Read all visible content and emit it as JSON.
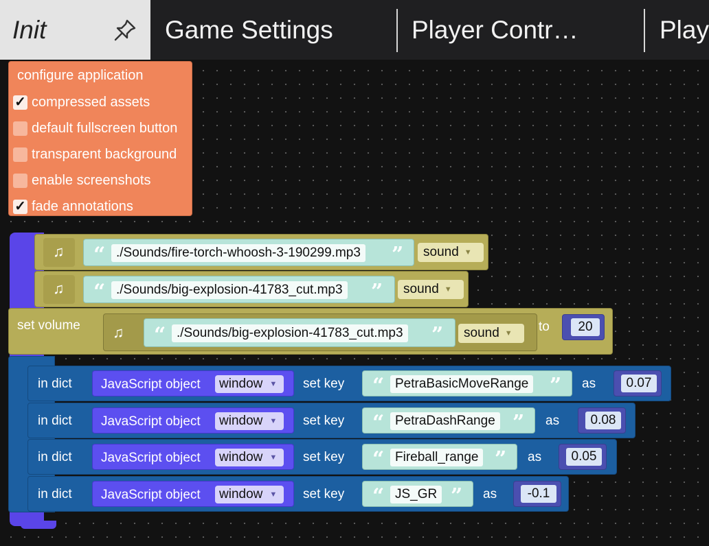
{
  "tabs": [
    {
      "label": "Init",
      "active": true
    },
    {
      "label": "Game Settings"
    },
    {
      "label": "Player Contr…"
    },
    {
      "label": "Play"
    }
  ],
  "configure": {
    "title": "configure application",
    "options": [
      {
        "label": "compressed assets",
        "checked": true
      },
      {
        "label": "default fullscreen button",
        "checked": false
      },
      {
        "label": "transparent background",
        "checked": false
      },
      {
        "label": "enable screenshots",
        "checked": false
      },
      {
        "label": "fade annotations",
        "checked": true
      }
    ],
    "checkmark": "✓"
  },
  "sound_blocks": [
    {
      "file": "./Sounds/fire-torch-whoosh-3-190299.mp3",
      "type": "sound"
    },
    {
      "file": "./Sounds/big-explosion-41783_cut.mp3",
      "type": "sound"
    }
  ],
  "set_volume": {
    "label": "set volume",
    "file": "./Sounds/big-explosion-41783_cut.mp3",
    "type": "sound",
    "to_label": "to",
    "value": "20"
  },
  "dict_labels": {
    "in_dict": "in dict",
    "js_object": "JavaScript object",
    "window": "window",
    "set_key": "set key",
    "as": "as"
  },
  "dict_rows": [
    {
      "key": "PetraBasicMoveRange",
      "value": "0.07"
    },
    {
      "key": "PetraDashRange",
      "value": "0.08"
    },
    {
      "key": "Fireball_range",
      "value": "0.05"
    },
    {
      "key": "JS_GR",
      "value": "-0.1"
    }
  ],
  "symbols": {
    "open_quote": "“",
    "close_quote": "”",
    "dropdown_arrow": "▼",
    "music_note": "♫"
  },
  "colors": {
    "configure_block": "#f0855a",
    "start_block": "#5a45e8",
    "sound_block": "#b6ad58",
    "string_block": "#b7e4d9",
    "dict_block": "#1c5fa1",
    "js_object_block": "#5c4ff0",
    "number_block": "#4b4fb0"
  }
}
